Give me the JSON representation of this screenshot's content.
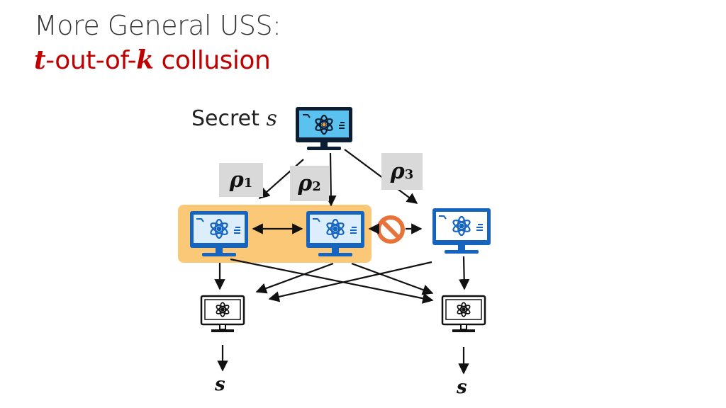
{
  "slide": {
    "title": "More General USS:",
    "subtitle_t": "t",
    "subtitle_mid": "-out-of-",
    "subtitle_k": "k",
    "subtitle_end": " collusion"
  },
  "dealer": {
    "label_prefix": "Secret ",
    "label_var": "s"
  },
  "shares": [
    {
      "symbol": "ρ",
      "index": "1"
    },
    {
      "symbol": "ρ",
      "index": "2"
    },
    {
      "symbol": "ρ",
      "index": "3"
    }
  ],
  "outputs": [
    {
      "label": "s"
    },
    {
      "label": "s"
    }
  ],
  "colors": {
    "title": "#333333",
    "subtitle": "#c00000",
    "collusion_box": "#fbc877",
    "quantum_screen": "#1565c0",
    "screen_fill": "#dceefc",
    "forbidden": "#e8733a",
    "share_box": "#d9d9d9"
  }
}
